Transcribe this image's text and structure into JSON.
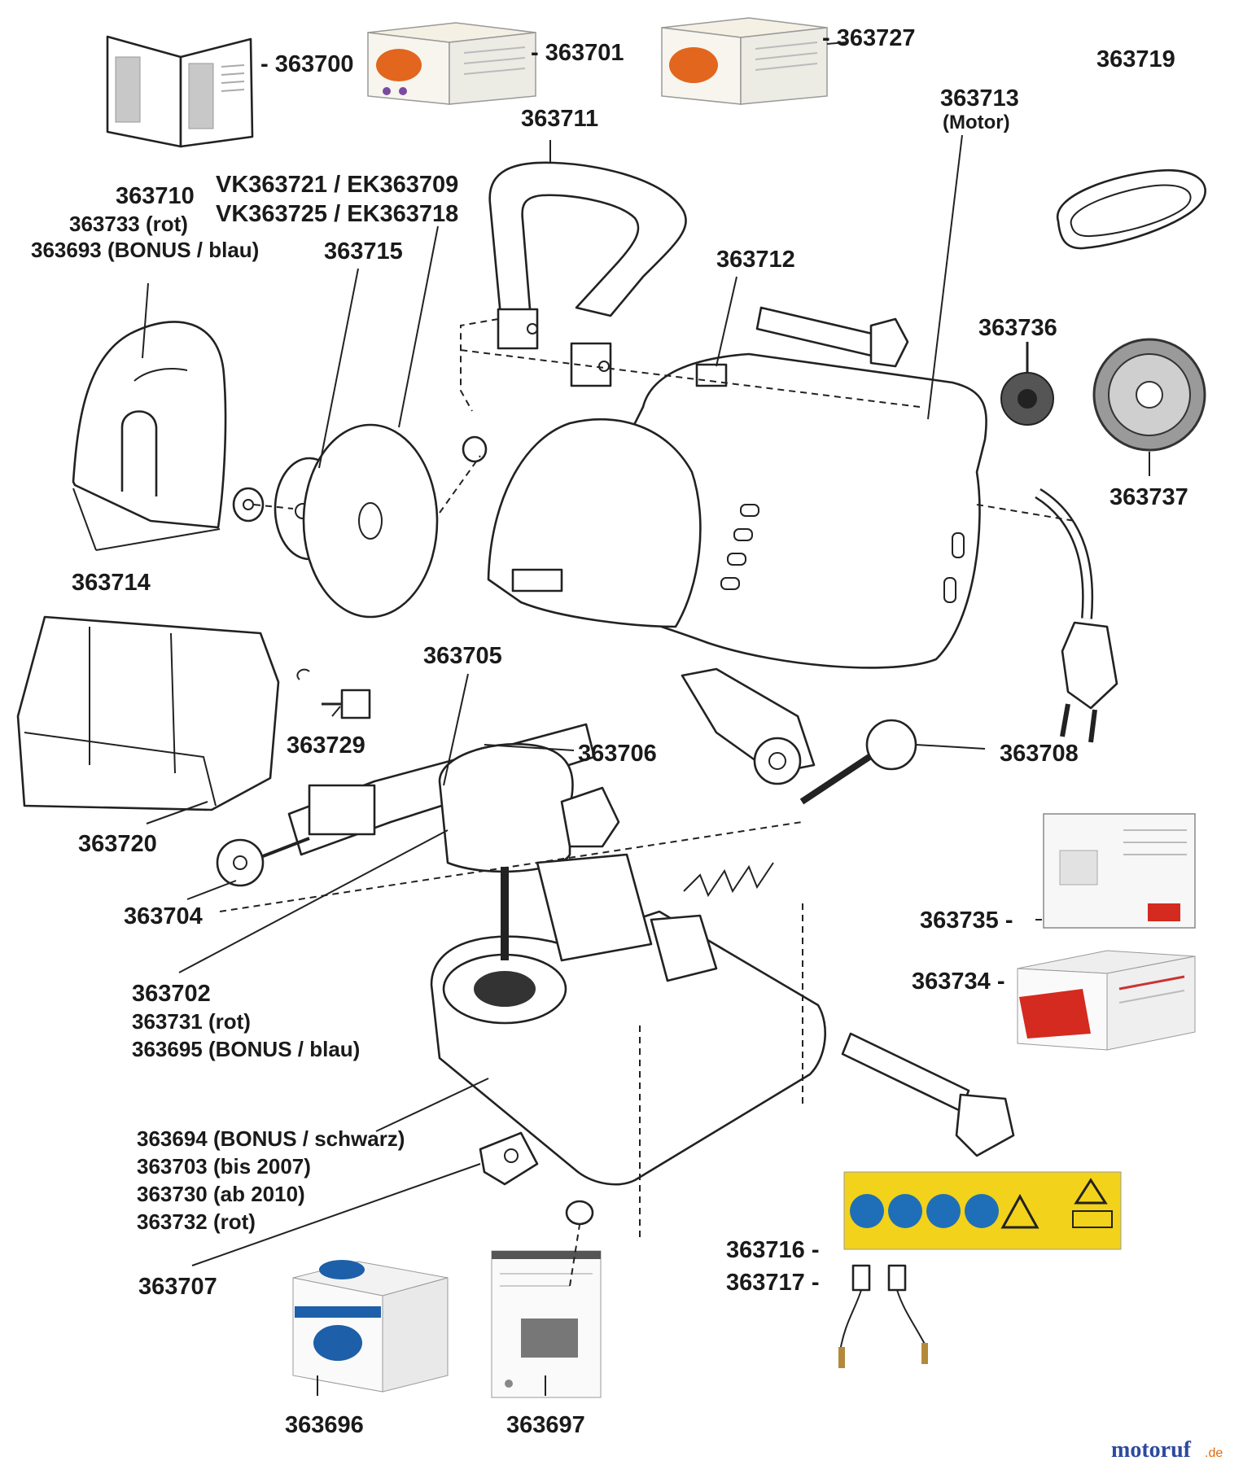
{
  "labels": {
    "p363700": "- 363700",
    "p363701": "- 363701",
    "p363727": "- 363727",
    "p363719": "363719",
    "p363711": "363711",
    "p363713": "363713",
    "p363713_note": "(Motor)",
    "p363710": "363710",
    "p363733": "363733 (rot)",
    "p363693": "363693 (BONUS / blau)",
    "vk1": "VK363721 / EK363709",
    "vk2": "VK363725 / EK363718",
    "p363715": "363715",
    "p363712": "363712",
    "p363736": "363736",
    "p363737": "363737",
    "p363714": "363714",
    "p363705": "363705",
    "p363729": "363729",
    "p363706": "363706",
    "p363708": "363708",
    "p363720": "363720",
    "p363704": "363704",
    "p363735": "363735 -",
    "p363734": "363734 -",
    "p363702": "363702",
    "p363731": "363731 (rot)",
    "p363695": "363695 (BONUS / blau)",
    "p363694": "363694 (BONUS / schwarz)",
    "p363703": "363703 (bis 2007)",
    "p363730": "363730 (ab 2010)",
    "p363732": "363732 (rot)",
    "p363707": "363707",
    "p363716": "363716 -",
    "p363717": "363717 -",
    "p363696": "363696",
    "p363697": "363697"
  },
  "watermark": {
    "name": "motoruf",
    "suffix": ".de"
  },
  "colors": {
    "label_yellow": "#f2d21a",
    "sign_blue": "#1f6fb8",
    "box_orange": "#e2661e",
    "box_red": "#d42a1f",
    "box_blue": "#1d5fa8",
    "brand_blue": "#2c4aa0",
    "brand_orange": "#e06a10"
  }
}
